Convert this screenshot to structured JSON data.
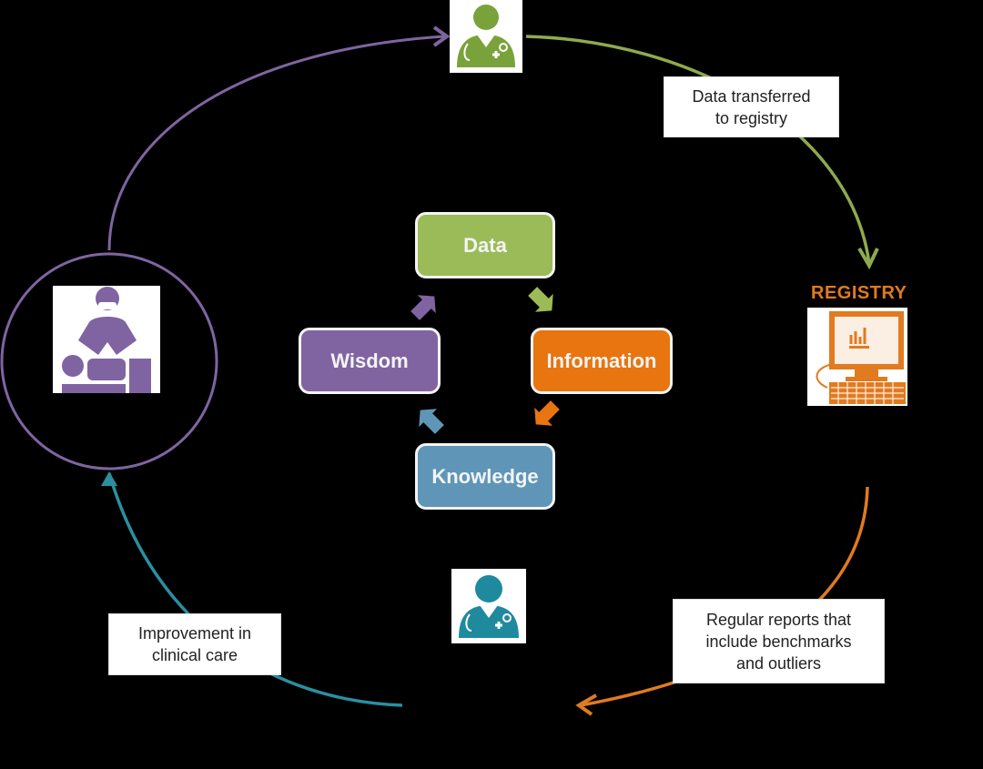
{
  "diagram": {
    "cycle_nodes": [
      {
        "id": "data",
        "label": "Data",
        "color": "#9bbb59"
      },
      {
        "id": "information",
        "label": "Information",
        "color": "#e8750f"
      },
      {
        "id": "knowledge",
        "label": "Knowledge",
        "color": "#5f96b8"
      },
      {
        "id": "wisdom",
        "label": "Wisdom",
        "color": "#8064a2"
      }
    ],
    "outer_labels": {
      "data_transfer": [
        "Data  transferred",
        "to registry"
      ],
      "reports": [
        "Regular reports that",
        "include benchmarks",
        "and outliers"
      ],
      "improvement": [
        "Improvement in",
        "clinical care"
      ]
    },
    "registry_title": "REGISTRY",
    "colors": {
      "green": "#8faa4d",
      "orange": "#e07b20",
      "teal": "#2b8fa0",
      "purple": "#8064a2",
      "background": "#000000"
    },
    "icons": {
      "top": "doctor-icon",
      "registry": "computer-icon",
      "bottom": "doctor-icon",
      "left": "cpr-clinician-icon"
    }
  }
}
